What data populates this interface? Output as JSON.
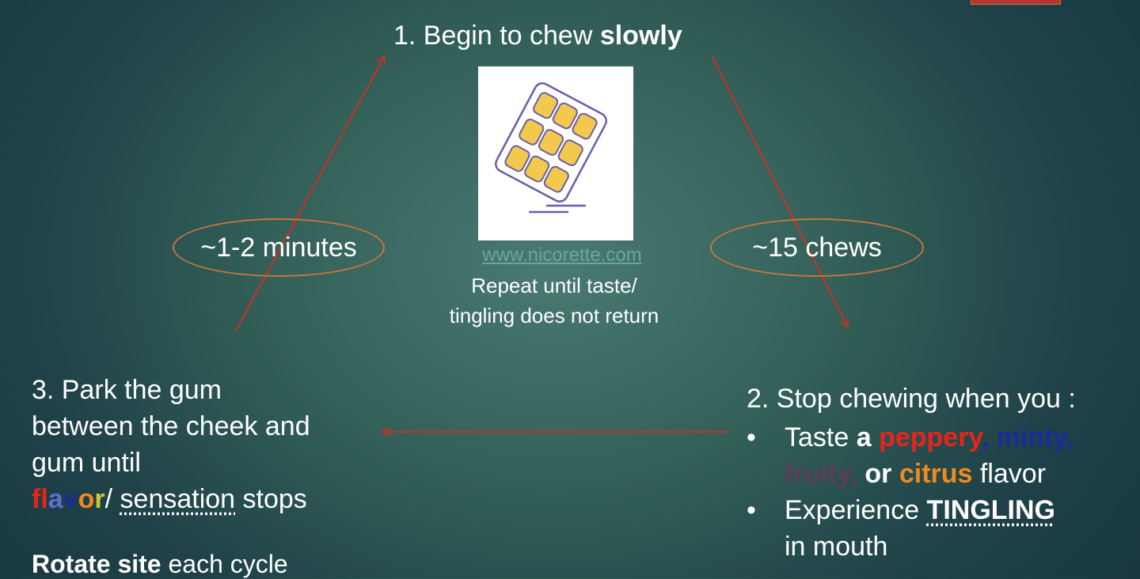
{
  "step1": {
    "prefix": "1. Begin to chew ",
    "emphasis": "slowly"
  },
  "image_link": "www.nicorette.com",
  "repeat_note": [
    "Repeat until taste/",
    "tingling does not return"
  ],
  "oval_left": "~1-2 minutes",
  "oval_right": "~15 chews",
  "step3": {
    "lines": [
      "3. Park the gum",
      "between the cheek and",
      "gum until"
    ],
    "flavor_letters": [
      {
        "ch": "fl",
        "color": "#e8241a"
      },
      {
        "ch": "a",
        "color": "#5b6fd6"
      },
      {
        "ch": "v",
        "color": "#1a2a9c"
      },
      {
        "ch": "o",
        "color": "#f08a1c"
      },
      {
        "ch": "r",
        "color": "#c8c838"
      }
    ],
    "slash": "/ ",
    "sensation": "sensation",
    "stops": " stops"
  },
  "rotate": {
    "emphasis": "Rotate site",
    "rest": " each cycle"
  },
  "step2": {
    "title": "2. Stop chewing when you :",
    "bullet1": {
      "lead": "Taste ",
      "a": "a ",
      "peppery": "peppery",
      "comma1": ", ",
      "minty": "minty",
      "comma2": ",",
      "fruity": "fruity,",
      "or": " or ",
      "citrus": "citrus",
      "flavor": " flavor"
    },
    "bullet2": {
      "lead": "Experience ",
      "tingling": "TINGLING",
      "rest": "in mouth"
    },
    "bullet_char": "•"
  },
  "colors": {
    "peppery": "#e8241a",
    "minty": "#1a2a9c",
    "fruity": "#5c3d5a",
    "citrus": "#f08a1c",
    "arrow": "#b03a2e",
    "oval": "#c9753c"
  },
  "icons": [
    "gum-blister-pack-icon"
  ]
}
